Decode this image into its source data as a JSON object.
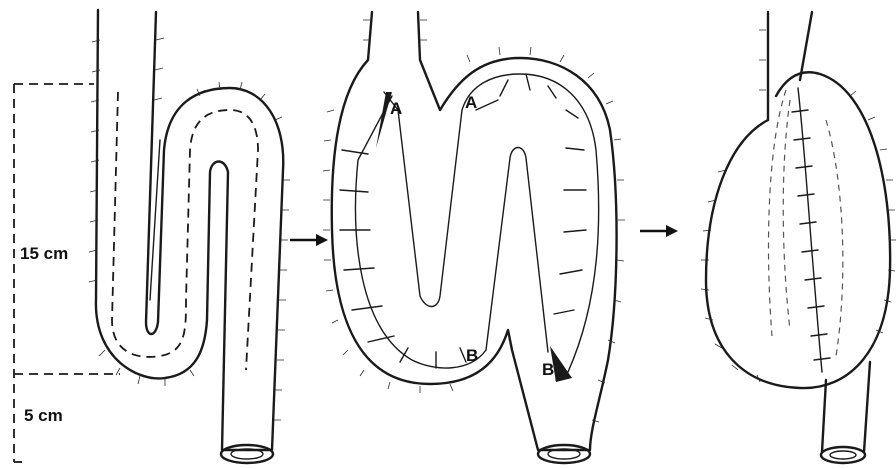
{
  "labels": {
    "measure_top": "15 cm",
    "measure_bottom": "5 cm",
    "point_a_left": "A",
    "point_a_right": "A",
    "point_b_left": "B",
    "point_b_right": "B"
  }
}
